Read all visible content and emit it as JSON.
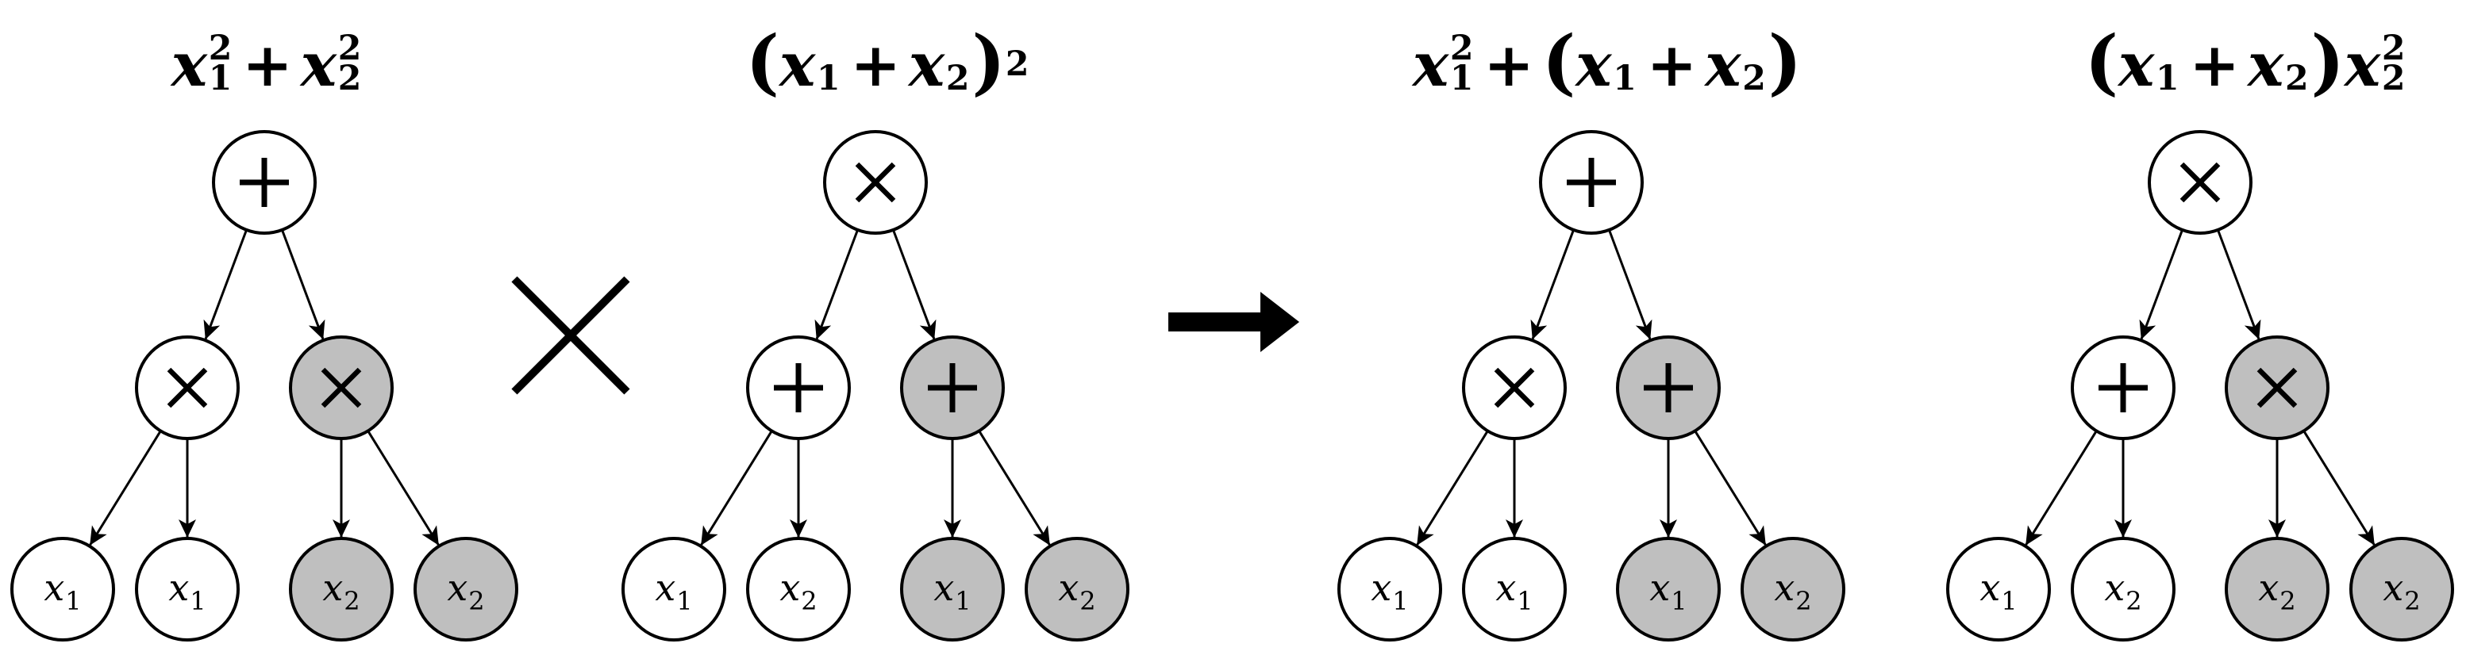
{
  "figure": {
    "kind": "expression-tree-crossover-diagram",
    "colors": {
      "background": "#ffffff",
      "node_fill": "#ffffff",
      "node_fill_shaded": "#bfbfbf",
      "line": "#000000"
    },
    "operators": {
      "crossover_symbol": "×",
      "result_arrow": "→"
    },
    "trees": [
      {
        "id": "parent-1",
        "title_plain": "x₁² + x₂²",
        "title_tokens": [
          {
            "base": "x",
            "sub": "1",
            "sup": "2"
          },
          {
            "op": "+"
          },
          {
            "base": "x",
            "sub": "2",
            "sup": "2"
          }
        ],
        "root": {
          "op": "+",
          "shaded": false
        },
        "level2": [
          {
            "op": "×",
            "shaded": false
          },
          {
            "op": "×",
            "shaded": true
          }
        ],
        "leaves": [
          {
            "name": "x",
            "sub": "1",
            "shaded": false
          },
          {
            "name": "x",
            "sub": "1",
            "shaded": false
          },
          {
            "name": "x",
            "sub": "2",
            "shaded": true
          },
          {
            "name": "x",
            "sub": "2",
            "shaded": true
          }
        ]
      },
      {
        "id": "parent-2",
        "title_plain": "(x₁ + x₂)²",
        "title_tokens": [
          {
            "paren": "("
          },
          {
            "base": "x",
            "sub": "1"
          },
          {
            "op": "+"
          },
          {
            "base": "x",
            "sub": "2"
          },
          {
            "paren": ")",
            "sup": "2"
          }
        ],
        "root": {
          "op": "×",
          "shaded": false
        },
        "level2": [
          {
            "op": "+",
            "shaded": false
          },
          {
            "op": "+",
            "shaded": true
          }
        ],
        "leaves": [
          {
            "name": "x",
            "sub": "1",
            "shaded": false
          },
          {
            "name": "x",
            "sub": "2",
            "shaded": false
          },
          {
            "name": "x",
            "sub": "1",
            "shaded": true
          },
          {
            "name": "x",
            "sub": "2",
            "shaded": true
          }
        ]
      },
      {
        "id": "offspring-1",
        "title_plain": "x₁² + (x₁ + x₂)",
        "title_tokens": [
          {
            "base": "x",
            "sub": "1",
            "sup": "2"
          },
          {
            "op": "+"
          },
          {
            "paren": "("
          },
          {
            "base": "x",
            "sub": "1"
          },
          {
            "op": "+"
          },
          {
            "base": "x",
            "sub": "2"
          },
          {
            "paren": ")"
          }
        ],
        "root": {
          "op": "+",
          "shaded": false
        },
        "level2": [
          {
            "op": "×",
            "shaded": false
          },
          {
            "op": "+",
            "shaded": true
          }
        ],
        "leaves": [
          {
            "name": "x",
            "sub": "1",
            "shaded": false
          },
          {
            "name": "x",
            "sub": "1",
            "shaded": false
          },
          {
            "name": "x",
            "sub": "1",
            "shaded": true
          },
          {
            "name": "x",
            "sub": "2",
            "shaded": true
          }
        ]
      },
      {
        "id": "offspring-2",
        "title_plain": "(x₁ + x₂)x₂²",
        "title_tokens": [
          {
            "paren": "("
          },
          {
            "base": "x",
            "sub": "1"
          },
          {
            "op": "+"
          },
          {
            "base": "x",
            "sub": "2"
          },
          {
            "paren": ")"
          },
          {
            "base": "x",
            "sub": "2",
            "sup": "2"
          }
        ],
        "root": {
          "op": "×",
          "shaded": false
        },
        "level2": [
          {
            "op": "+",
            "shaded": false
          },
          {
            "op": "×",
            "shaded": true
          }
        ],
        "leaves": [
          {
            "name": "x",
            "sub": "1",
            "shaded": false
          },
          {
            "name": "x",
            "sub": "2",
            "shaded": false
          },
          {
            "name": "x",
            "sub": "2",
            "shaded": true
          },
          {
            "name": "x",
            "sub": "2",
            "shaded": true
          }
        ]
      }
    ]
  }
}
